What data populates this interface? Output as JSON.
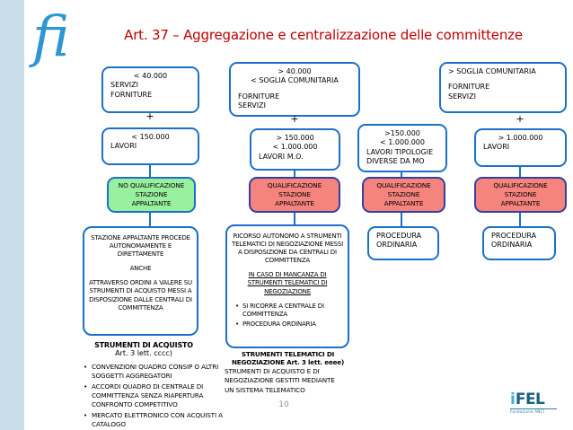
{
  "header": {
    "logo": "fi",
    "title": "Art. 37 – Aggregazione e centralizzazione delle committenze"
  },
  "columns": {
    "c1": {
      "top_box": {
        "amount": "< 40.000",
        "items": [
          "SERVIZI",
          "FORNITURE"
        ]
      },
      "plus": "+",
      "mid_box": {
        "amount": "< 150.000",
        "items": [
          "LAVORI"
        ]
      },
      "qual_box": {
        "lines": [
          "NO QUALIFICAZIONE",
          "STAZIONE",
          "APPALTANTE"
        ]
      },
      "detail_box": {
        "p1": "STAZIONE APPALTANTE PROCEDE AUTONOMAMENTE E DIRETTAMENTE",
        "p2": "ANCHE",
        "p3": "ATTRAVERSO ORDINI A VALERE SU STRUMENTI DI ACQUISTO MESSI A DISPOSIZIONE DALLE CENTRALI DI COMMITTENZA"
      },
      "note": {
        "heading": "STRUMENTI DI ACQUISTO",
        "subheading": "Art. 3 lett. cccc)",
        "bullets": [
          "CONVENZIONI QUADRO CONSIP O ALTRI SOGGETTI AGGREGATORI",
          "ACCORDI QUADRO DI CENTRALE DI COMMITTENZA SENZA RIAPERTURA CONFRONTO COMPETITIVO",
          "MERCATO ELETTRONICO CON ACQUISTI A CATALOGO"
        ]
      }
    },
    "c2": {
      "top_box": {
        "amount": "> 40.000",
        "threshold": "< SOGLIA COMUNITARIA",
        "items": [
          "FORNITURE",
          "SERVIZI"
        ]
      },
      "plus": "+",
      "mid_box": {
        "amount": "> 150.000",
        "amount2": "< 1.000.000",
        "items": [
          "LAVORI M.O."
        ]
      },
      "qual_box": {
        "lines": [
          "QUALIFICAZIONE",
          "STAZIONE",
          "APPALTANTE"
        ]
      },
      "detail_box": {
        "p1": "RICORSO AUTONOMO A STRUMENTI TELEMATICI DI NEGOZIAZIONE MESSI A DISPOSIZIONE DA CENTRALI DI COMMITTENZA",
        "p2_underlined": "IN CASO DI MANCANZA DI STRUMENTI TELEMATICI DI NEGOZIAZIONE",
        "bullets": [
          "SI RICORRE A CENTRALE DI COMMITTENZA",
          "PROCEDURA ORDINARIA"
        ]
      },
      "note": {
        "heading": "STRUMENTI TELEMATICI DI NEGOZIAZIONE Art. 3 lett. eeee)",
        "body": "STRUMENTI DI ACQUISTO E DI NEGOZIAZIONE GESTITI MEDIANTE UN SISTEMA TELEMATICO"
      }
    },
    "c3": {
      "mid_box": {
        "amount": ">150.000",
        "amount2": "< 1.000.000",
        "items": [
          "LAVORI TIPOLOGIE",
          "DIVERSE DA MO"
        ]
      },
      "qual_box": {
        "lines": [
          "QUALIFICAZIONE",
          "STAZIONE",
          "APPALTANTE"
        ]
      },
      "result_box": {
        "lines": [
          "PROCEDURA",
          "ORDINARIA"
        ]
      }
    },
    "c4": {
      "top_box": {
        "threshold": "> SOGLIA COMUNITARIA",
        "items": [
          "FORNITURE",
          "SERVIZI"
        ]
      },
      "plus": "+",
      "mid_box": {
        "amount": "> 1.000.000",
        "items": [
          "LAVORI"
        ]
      },
      "qual_box": {
        "lines": [
          "QUALIFICAZIONE",
          "STAZIONE",
          "APPALTANTE"
        ]
      },
      "result_box": {
        "lines": [
          "PROCEDURA",
          "ORDINARIA"
        ]
      }
    }
  },
  "footer": {
    "page_number": "10",
    "ifel": {
      "text_i": "i",
      "text_fel": "FEL",
      "subtext": "Fondazione ANCI"
    }
  },
  "colors": {
    "title": "#c00000",
    "box_border_blue": "#1c70c8",
    "qual_border_navy": "#33409e",
    "qual_red_fill": "#f5837e",
    "qual_green_fill": "#98ef9e",
    "side_strip": "#c9dde9",
    "fi_logo_blue": "#2e96d2",
    "ifel_teal": "#195f7e"
  }
}
